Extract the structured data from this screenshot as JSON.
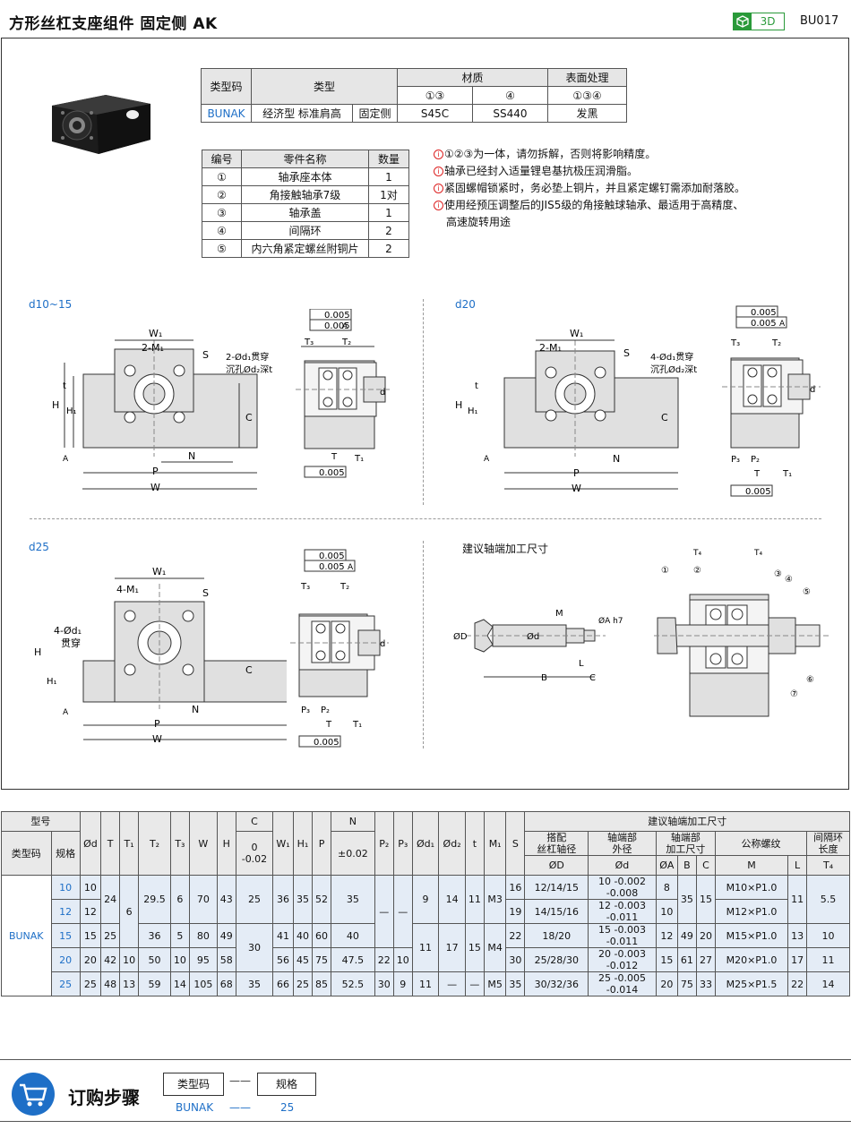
{
  "header": {
    "title": "方形丝杠支座组件  固定侧  AK",
    "badge": "3D",
    "code": "BU017"
  },
  "spec_table": {
    "h_type_code": "类型码",
    "h_type": "类型",
    "h_material": "材质",
    "h_surface": "表面处理",
    "sub_m1": "①③",
    "sub_m2": "④",
    "sub_s": "①③④",
    "type_code": "BUNAK",
    "type": "经济型  标准肩高",
    "side": "固定侧",
    "mat1": "S45C",
    "mat2": "SS440",
    "surface": "发黑"
  },
  "parts": {
    "headers": [
      "编号",
      "零件名称",
      "数量"
    ],
    "rows": [
      [
        "①",
        "轴承座本体",
        "1"
      ],
      [
        "②",
        "角接触轴承7级",
        "1对"
      ],
      [
        "③",
        "轴承盖",
        "1"
      ],
      [
        "④",
        "间隔环",
        "2"
      ],
      [
        "⑤",
        "内六角紧定螺丝附铜片",
        "2"
      ]
    ]
  },
  "notes": [
    "①②③为一体，请勿拆解，否则将影响精度。",
    "轴承已经封入适量锂皂基抗极压润滑脂。",
    "紧固螺帽锁紧时，务必垫上铜片，并且紧定螺钉需添加耐落胶。",
    "使用经预压调整后的JIS5级的角接触球轴承、最适用于高精度、",
    "高速旋转用途"
  ],
  "drawings": {
    "sec1": "d10~15",
    "sec2": "d20",
    "sec3": "d25",
    "sec4": "建议轴端加工尺寸",
    "W1": "W₁",
    "M1_2": "2-M₁",
    "M1_4": "4-M₁",
    "S": "S",
    "hole2": "2-Ød₁贯穿",
    "hole2b": "沉孔Ød₂深t",
    "hole4": "4-Ød₁贯穿",
    "hole4b": "沉孔Ød₂深t",
    "hole25a": "4-Ød₁",
    "hole25b": "贯穿",
    "H": "H",
    "H1": "H₁",
    "t": "t",
    "C": "C",
    "N": "N",
    "P": "P",
    "W": "W",
    "A": "A",
    "T3": "T₃",
    "T2": "T₂",
    "T": "T",
    "T1": "T₁",
    "d": "d",
    "P3": "P₃",
    "P2": "P₂",
    "tol1": "0.005",
    "tol2": "0.005",
    "tol3": "0.005",
    "tolA": "A",
    "shaft_M": "M",
    "shaft_B": "B",
    "shaft_C": "C",
    "shaft_L": "L",
    "shaft_D": "ØD",
    "shaft_d": "Ød",
    "shaft_A": "ØA h7",
    "T4": "T₄",
    "callouts": [
      "①",
      "②",
      "③",
      "④",
      "⑤",
      "⑥",
      "⑦"
    ]
  },
  "dim_table": {
    "headers": {
      "model": "型号",
      "type_code": "类型码",
      "size": "规格",
      "d": "Ød",
      "T": "T",
      "T1": "T₁",
      "T2": "T₂",
      "T3": "T₃",
      "W": "W",
      "H": "H",
      "C": "C",
      "C_tol": "0\n-0.02",
      "W1": "W₁",
      "H1": "H₁",
      "P": "P",
      "N": "N",
      "N_tol": "±0.02",
      "P2": "P₂",
      "P3": "P₃",
      "d1": "Ød₁",
      "d2": "Ød₂",
      "t": "t",
      "M1": "M₁",
      "S": "S",
      "shaft": "建议轴端加工尺寸",
      "screw_dia": "搭配\n丝杠轴径",
      "shaft_od": "轴端部\n外径",
      "shaft_len": "轴端部\n加工尺寸",
      "thread": "公称螺纹",
      "spacer": "间隔环\n长度",
      "sD": "ØD",
      "sd": "Ød",
      "sA": "ØA",
      "sB": "B",
      "sC": "C",
      "sM": "M",
      "sL": "L",
      "sT4": "T₄"
    },
    "type_code": "BUNAK",
    "rows": [
      {
        "size": "10",
        "d": "10",
        "T": "24",
        "T1": "6",
        "T2": "29.5",
        "T3": "6",
        "W": "70",
        "H": "43",
        "C": "25",
        "W1": "36",
        "H1": "35",
        "P": "52",
        "N": "35",
        "P2": "—",
        "P3": "—",
        "d1": "9",
        "d2": "14",
        "t": "11",
        "M1": "M3",
        "S": "16",
        "D": "12/14/15",
        "sd": "10",
        "sd_tol": "-0.002\n-0.008",
        "A": "8",
        "B": "35",
        "sC": "15",
        "M": "M10×P1.0",
        "L": "11",
        "T4": "5.5"
      },
      {
        "size": "12",
        "d": "12",
        "S": "19",
        "D": "14/15/16",
        "sd": "12",
        "sd_tol": "-0.003\n-0.011",
        "A": "10",
        "M": "M12×P1.0"
      },
      {
        "size": "15",
        "d": "15",
        "T": "25",
        "T2": "36",
        "T3": "5",
        "W": "80",
        "H": "49",
        "C": "30",
        "W1": "41",
        "H1": "40",
        "P": "60",
        "N": "40",
        "d1": "11",
        "d2": "17",
        "t": "15",
        "M1": "M4",
        "S": "22",
        "D": "18/20",
        "sd": "15",
        "sd_tol": "-0.003\n-0.011",
        "A": "12",
        "B": "49",
        "sC": "20",
        "M": "M15×P1.0",
        "L": "13",
        "T4": "10"
      },
      {
        "size": "20",
        "d": "20",
        "T": "42",
        "T1": "10",
        "T2": "50",
        "T3": "10",
        "W": "95",
        "H": "58",
        "W1": "56",
        "H1": "45",
        "P": "75",
        "N": "47.5",
        "P2": "22",
        "P3": "10",
        "S": "30",
        "D": "25/28/30",
        "sd": "20",
        "sd_tol": "-0.003\n-0.012",
        "A": "15",
        "B": "61",
        "sC": "27",
        "M": "M20×P1.0",
        "L": "17",
        "T4": "11"
      },
      {
        "size": "25",
        "d": "25",
        "T": "48",
        "T1": "13",
        "T2": "59",
        "T3": "14",
        "W": "105",
        "H": "68",
        "C": "35",
        "W1": "66",
        "H1": "25",
        "P": "85",
        "N": "52.5",
        "P2": "30",
        "P3": "9",
        "d1": "11",
        "d2": "—",
        "t": "—",
        "M1": "M5",
        "S": "35",
        "D": "30/32/36",
        "sd": "25",
        "sd_tol": "-0.005\n-0.014",
        "A": "20",
        "B": "75",
        "sC": "33",
        "M": "M25×P1.5",
        "L": "22",
        "T4": "14"
      }
    ]
  },
  "order": {
    "title": "订购步骤",
    "h1": "类型码",
    "h2": "规格",
    "v1": "BUNAK",
    "v2": "25",
    "sep": "——"
  },
  "colors": {
    "accent_blue": "#1e6fc7",
    "green": "#2a9a3a",
    "part_gray": "#e0e0e0"
  }
}
